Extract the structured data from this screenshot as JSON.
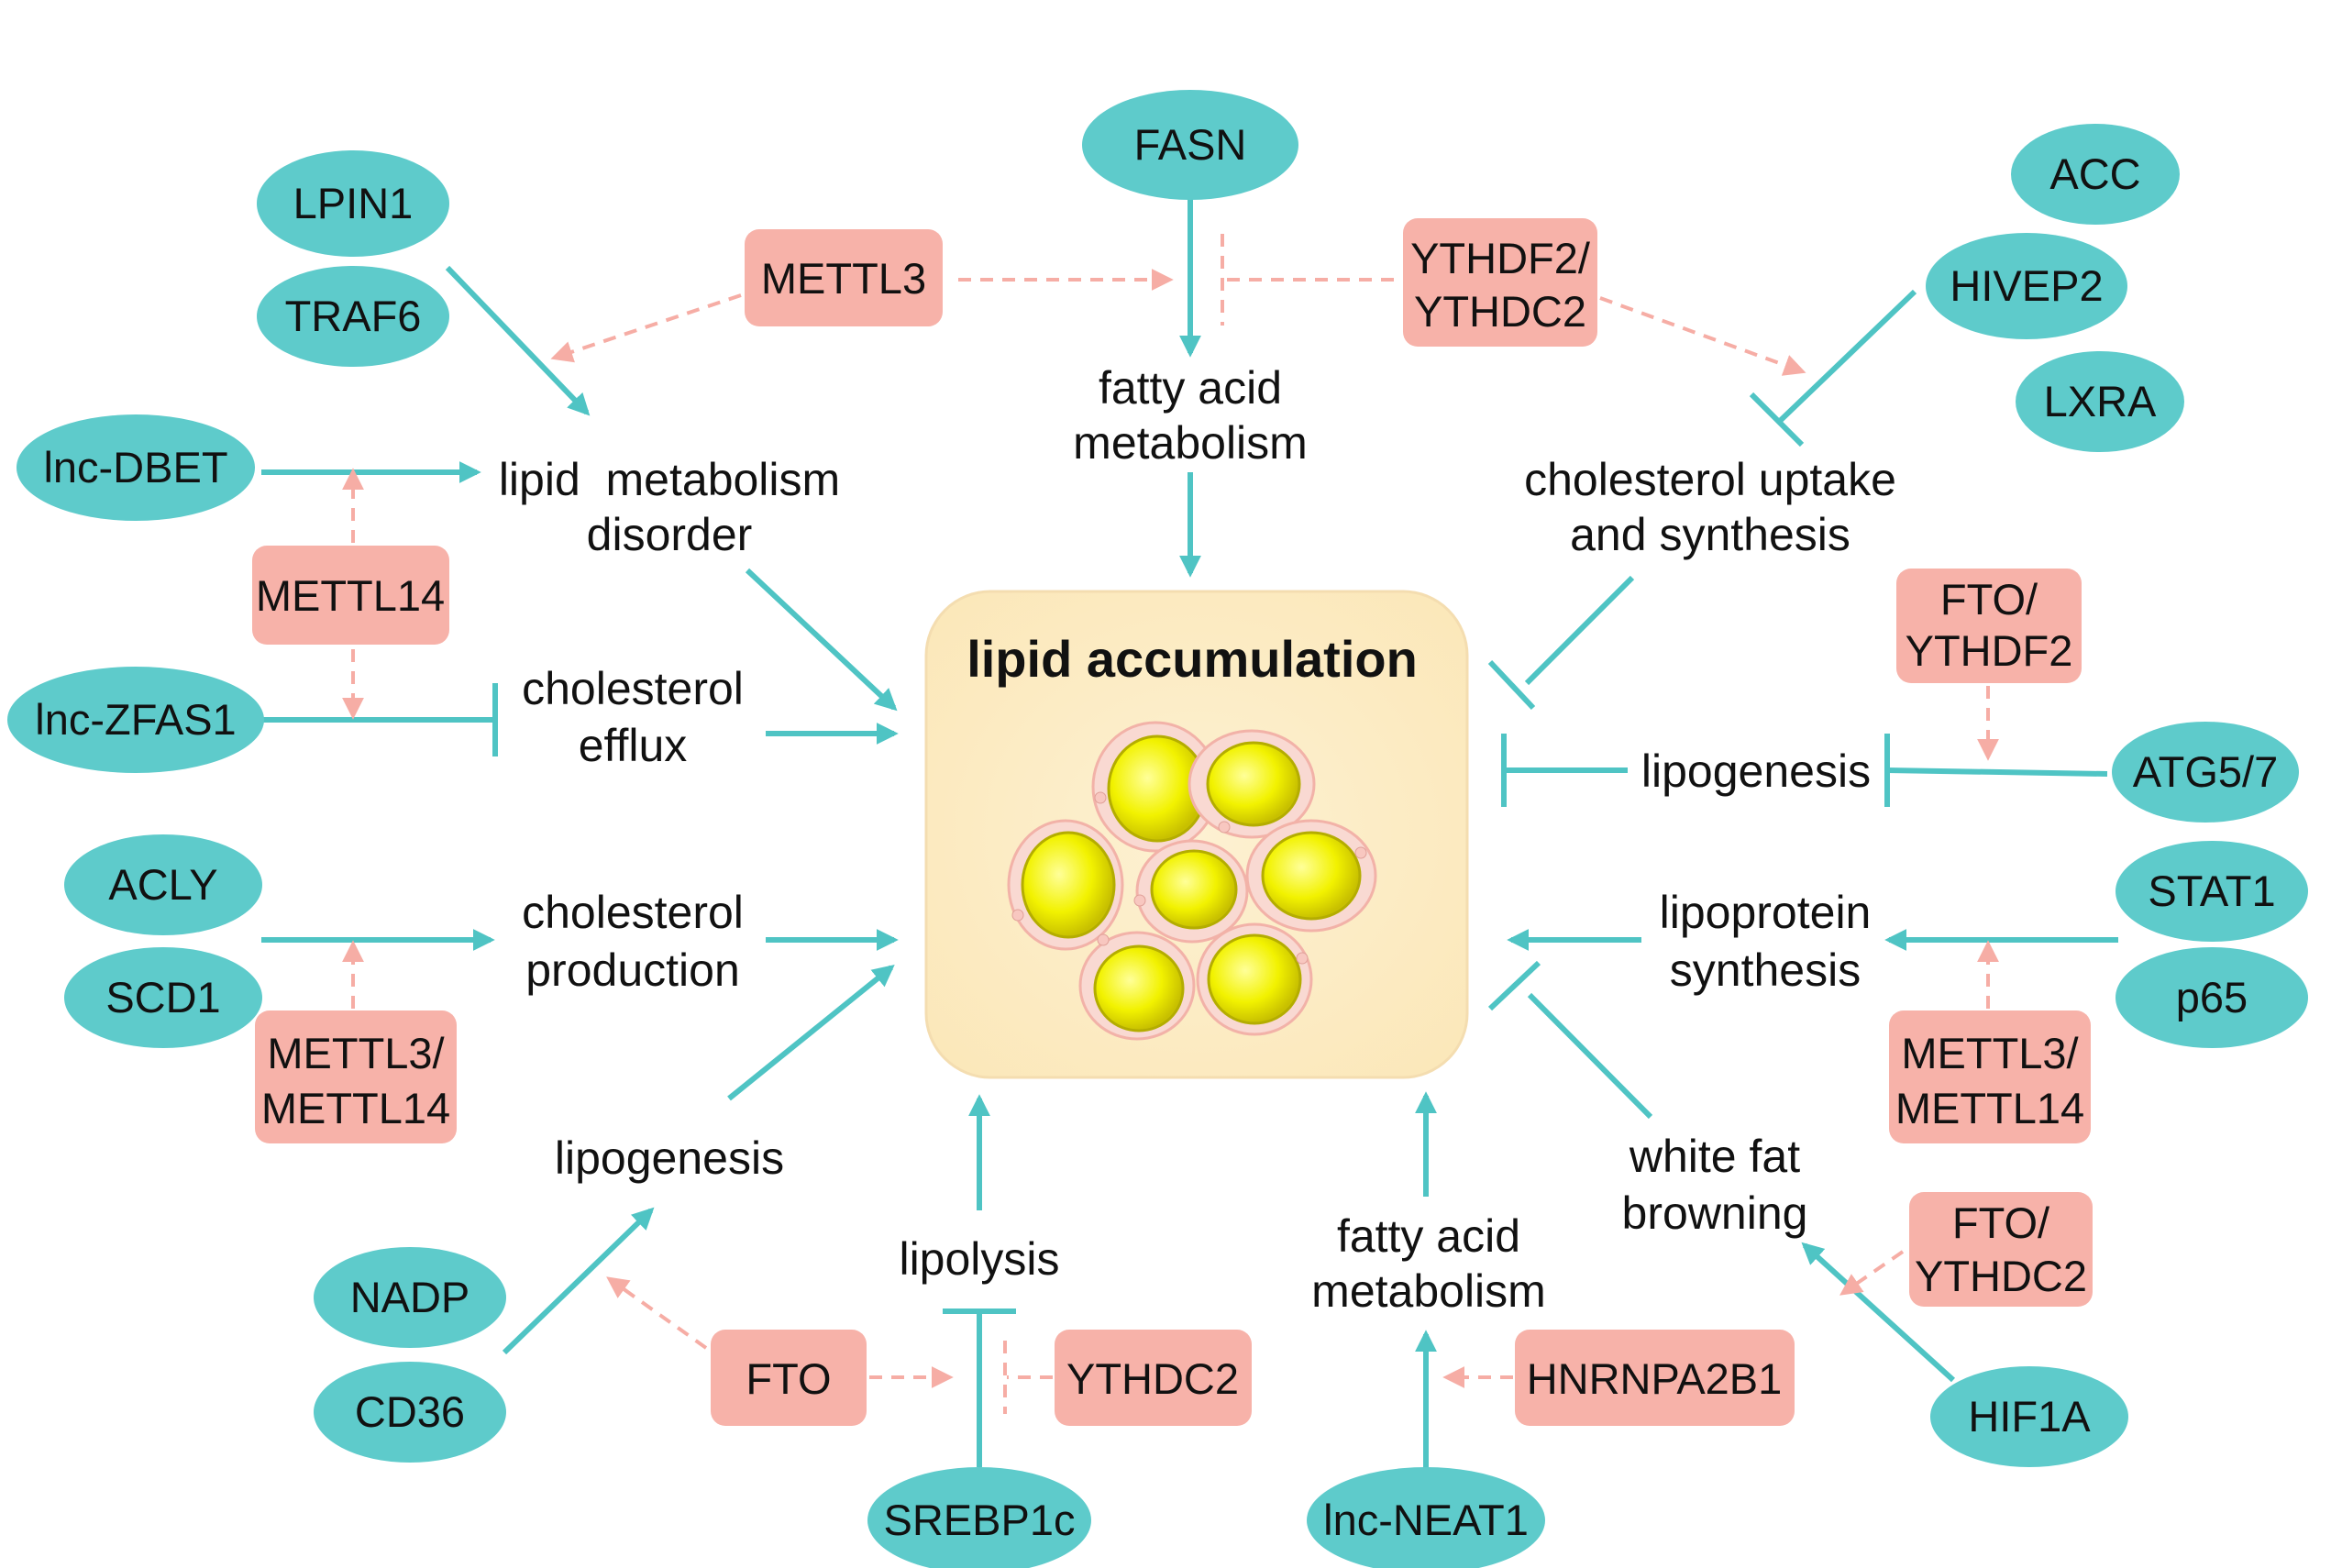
{
  "center": {
    "title": "lipid accumulation"
  },
  "nodes": {
    "fasn": "FASN",
    "lpin1": "LPIN1",
    "traf6": "TRAF6",
    "acc": "ACC",
    "hivep2": "HIVEP2",
    "lxra": "LXRA",
    "lnc_dbet": "lnc-DBET",
    "lnc_zfas1": "lnc-ZFAS1",
    "acly": "ACLY",
    "scd1": "SCD1",
    "atg57": "ATG5/7",
    "stat1": "STAT1",
    "p65": "p65",
    "nadp": "NADP",
    "cd36": "CD36",
    "srebp1c": "SREBP1c",
    "lnc_neat1": "lnc-NEAT1",
    "hif1a": "HIF1A"
  },
  "regulators": {
    "mettl3_top": "METTL3",
    "ythdf2_ythdc2": [
      "YTHDF2/",
      "YTHDC2"
    ],
    "mettl14": "METTL14",
    "fto_ythdf2": [
      "FTO/",
      "YTHDF2"
    ],
    "mettl3_mettl14_left": [
      "METTL3/",
      "METTL14"
    ],
    "mettl3_mettl14_right": [
      "METTL3/",
      "METTL14"
    ],
    "fto_ythdc2": [
      "FTO/",
      "YTHDC2"
    ],
    "fto_bottom": "FTO",
    "ythdc2_bottom": "YTHDC2",
    "hnrnpa2b1": "HNRNPA2B1"
  },
  "processes": {
    "fatty_acid_top": [
      "fatty acid",
      "metabolism"
    ],
    "lipid_disorder": [
      "lipid  metabolism",
      "disorder"
    ],
    "cholesterol_uptake": [
      "cholesterol uptake",
      "and synthesis"
    ],
    "cholesterol_efflux": [
      "cholesterol",
      "efflux"
    ],
    "lipogenesis_right": "lipogenesis",
    "cholesterol_production": [
      "cholesterol",
      "production"
    ],
    "lipoprotein_synthesis": [
      "lipoprotein",
      "synthesis"
    ],
    "lipogenesis_left": "lipogenesis",
    "lipolysis": "lipolysis",
    "fatty_acid_bottom": [
      "fatty acid",
      "metabolism"
    ],
    "white_fat": [
      "white fat",
      "browning"
    ]
  },
  "colors": {
    "node_fill": "#5ecbcb",
    "regulator_fill": "#f7b2a9",
    "arrow": "#4fc4c4",
    "dashed_arrow": "#f6ada5",
    "center_fill": "#fdefc8"
  }
}
